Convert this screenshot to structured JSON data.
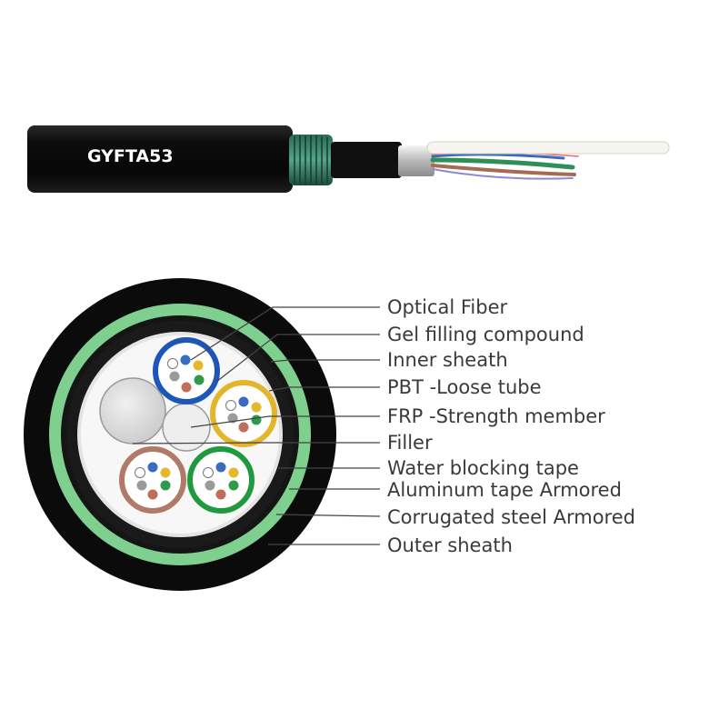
{
  "cable": {
    "model_label": "GYFTA53"
  },
  "labels": [
    "Optical Fiber",
    "Gel filling compound",
    "Inner sheath",
    "PBT -Loose tube",
    "FRP -Strength member",
    "Filler",
    "Water blocking tape",
    "Aluminum tape Armored",
    "Corrugated steel Armored",
    "Outer sheath"
  ],
  "colors": {
    "outer_sheath": "#0b0b0b",
    "corrugated_steel": "#7fd08f",
    "inner_sheath": "#141414",
    "water_tape": "#d9d9d9",
    "tube_blue": "#1e55b8",
    "tube_yellow": "#e3b52a",
    "tube_brown": "#b07a66",
    "tube_green": "#1f9a3e",
    "leader_line": "#444444",
    "label_text": "#3a3a3a"
  }
}
